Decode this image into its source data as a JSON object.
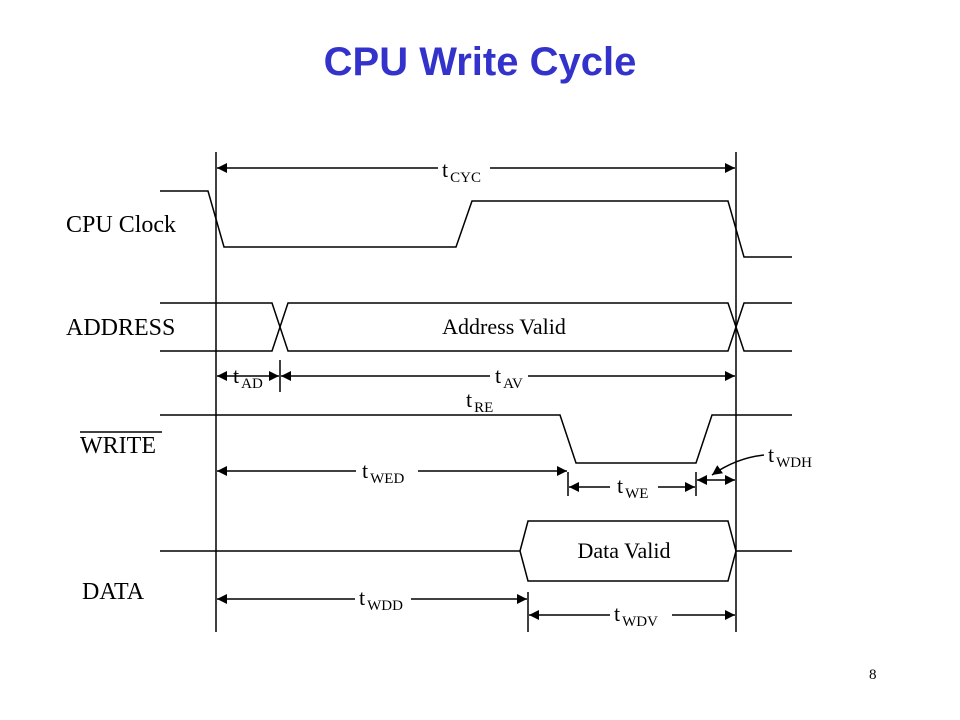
{
  "title": "CPU Write Cycle",
  "page_number": "8",
  "colors": {
    "title": "#3333cc",
    "lines": "#000000"
  },
  "signals": {
    "clock": "CPU Clock",
    "address": "ADDRESS",
    "write": "WRITE",
    "data": "DATA"
  },
  "bus_labels": {
    "address_valid": "Address Valid",
    "data_valid": "Data Valid"
  },
  "timings": {
    "cyc": {
      "t": "t",
      "sub": "CYC"
    },
    "ad": {
      "t": "t",
      "sub": "AD"
    },
    "av": {
      "t": "t",
      "sub": "AV"
    },
    "re": {
      "t": "t",
      "sub": "RE"
    },
    "wed": {
      "t": "t",
      "sub": "WED"
    },
    "we": {
      "t": "t",
      "sub": "WE"
    },
    "wdh": {
      "t": "t",
      "sub": "WDH"
    },
    "wdd": {
      "t": "t",
      "sub": "WDD"
    },
    "wdv": {
      "t": "t",
      "sub": "WDV"
    }
  }
}
